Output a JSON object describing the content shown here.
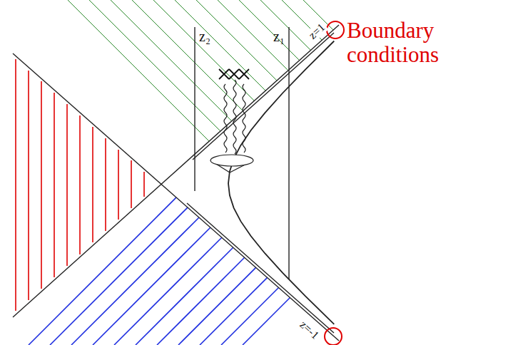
{
  "diagram": {
    "labels": [
      "z₂",
      "z₁",
      "z=1",
      "z=-1",
      "Boundary conditions"
    ]
  }
}
